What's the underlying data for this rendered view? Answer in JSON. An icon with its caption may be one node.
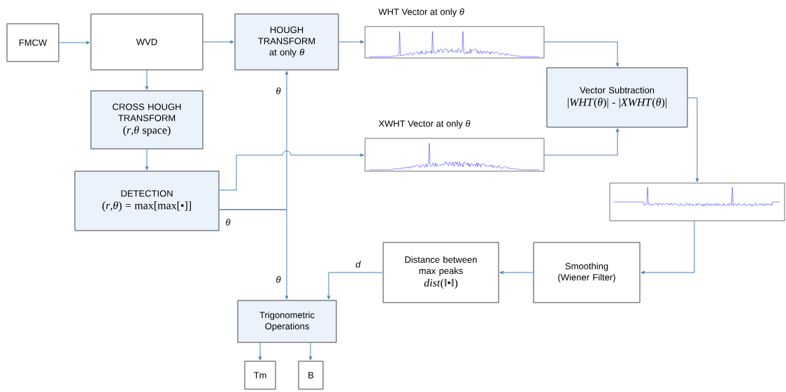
{
  "diagram": {
    "nodes": [
      {
        "text": [
          "FMCW"
        ]
      },
      {
        "text": [
          "WVD"
        ]
      },
      {
        "text": [
          "HOUGH TRANSFORM at only *θ*"
        ]
      },
      {
        "text": [
          "CROSS HOUGH TRANSFORM",
          "(*r*,*θ*  space)"
        ]
      },
      {
        "text": [
          "DETECTION",
          "(*r*,*θ*) = max[max[•]]"
        ]
      },
      {
        "text": [],
        "shape": "picture",
        "beside": [
          "WHT Vector at only *θ*"
        ]
      },
      {
        "text": [],
        "shape": "picture",
        "beside": [
          "XWHT Vector at only *θ*"
        ]
      },
      {
        "text": [
          "Vector Subtraction",
          "|*WHT*(*θ*)| - |*XWHT*(*θ*)|"
        ]
      },
      {
        "text": [],
        "shape": "picture"
      },
      {
        "text": [
          "Smoothing (Wiener Filter)"
        ]
      },
      {
        "text": [
          "Distance between max peaks",
          "*dist*(‖•‖)"
        ]
      },
      {
        "text": [
          "Trigonometric Operations"
        ]
      },
      {
        "text": [
          "Tm"
        ]
      },
      {
        "text": [
          "B"
        ]
      }
    ],
    "edges": [
      {
        "from": 0,
        "to": 1,
        "arrow": "to"
      },
      {
        "from": 1,
        "to": 2,
        "arrow": "to"
      },
      {
        "from": 1,
        "to": 3,
        "arrow": "to"
      },
      {
        "from": 3,
        "to": 4,
        "arrow": "to"
      },
      {
        "from": 2,
        "to": 5,
        "arrow": "to"
      },
      {
        "from": 5,
        "to": 7,
        "arrow": "to"
      },
      {
        "from": 6,
        "to": 7,
        "arrow": "to"
      },
      {
        "from": 7,
        "to": 8,
        "arrow": "to"
      },
      {
        "from": 8,
        "to": 9,
        "arrow": "to"
      },
      {
        "from": 9,
        "to": 10,
        "arrow": "to"
      },
      {
        "from": 10,
        "to": 11,
        "arrow": "to",
        "label": "d"
      },
      {
        "from": 4,
        "to": 6,
        "arrow": "to"
      },
      {
        "from": 4,
        "to": 2,
        "arrow": "to",
        "label": "θ"
      },
      {
        "from": 4,
        "to": 11,
        "arrow": "to",
        "label": "θ"
      },
      {
        "from": 11,
        "to": 12,
        "arrow": "to"
      },
      {
        "from": 11,
        "to": 13,
        "arrow": "to"
      }
    ],
    "labels": [
      "θ"
    ]
  }
}
